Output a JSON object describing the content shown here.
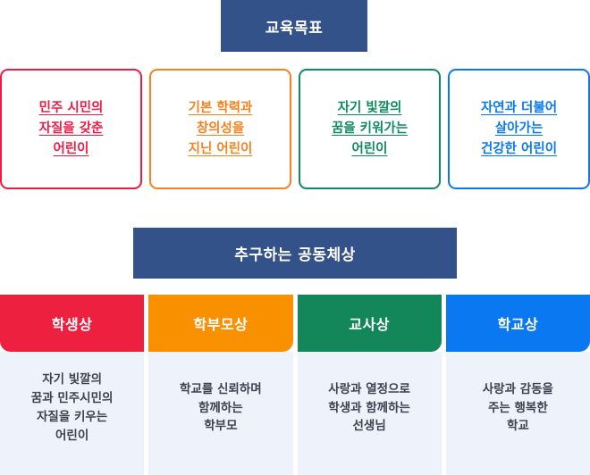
{
  "banner_top": {
    "label": "교육목표",
    "bg": "#33528a",
    "fg": "#ffffff"
  },
  "goals": [
    {
      "name": "democratic-citizen",
      "color": "#ee1c44",
      "lines": [
        "민주 시민의",
        "자질을 갖춘",
        "어린이"
      ]
    },
    {
      "name": "basic-academic-creativity",
      "color": "#f58220",
      "lines": [
        "기본 학력과",
        "창의성을",
        "지닌 어린이"
      ]
    },
    {
      "name": "own-color-dream",
      "color": "#0e8a5f",
      "lines": [
        "자기 빛깔의",
        "꿈을 키워가는",
        "어린이"
      ]
    },
    {
      "name": "live-with-nature",
      "color": "#0a78f0",
      "lines": [
        "자연과 더불어",
        "살아가는",
        "건강한 어린이"
      ]
    }
  ],
  "banner_mid": {
    "label": "추구하는 공동체상",
    "bg": "#33528a",
    "fg": "#ffffff"
  },
  "roles": [
    {
      "name": "student",
      "title": "학생상",
      "color": "#ee2040",
      "desc": "자기 빛깔의\n꿈과 민주시민의\n자질을 키우는\n어린이"
    },
    {
      "name": "parent",
      "title": "학부모상",
      "color": "#f89000",
      "desc": "학교를 신뢰하며\n함께하는\n학부모"
    },
    {
      "name": "teacher",
      "title": "교사상",
      "color": "#14875a",
      "desc": "사랑과 열정으로\n학생과 함께하는\n선생님"
    },
    {
      "name": "school",
      "title": "학교상",
      "color": "#0a78f0",
      "desc": "사랑과 감동을\n주는 행복한\n학교"
    }
  ],
  "body_bg": "#eef2fa",
  "body_text_color": "#3b4250"
}
